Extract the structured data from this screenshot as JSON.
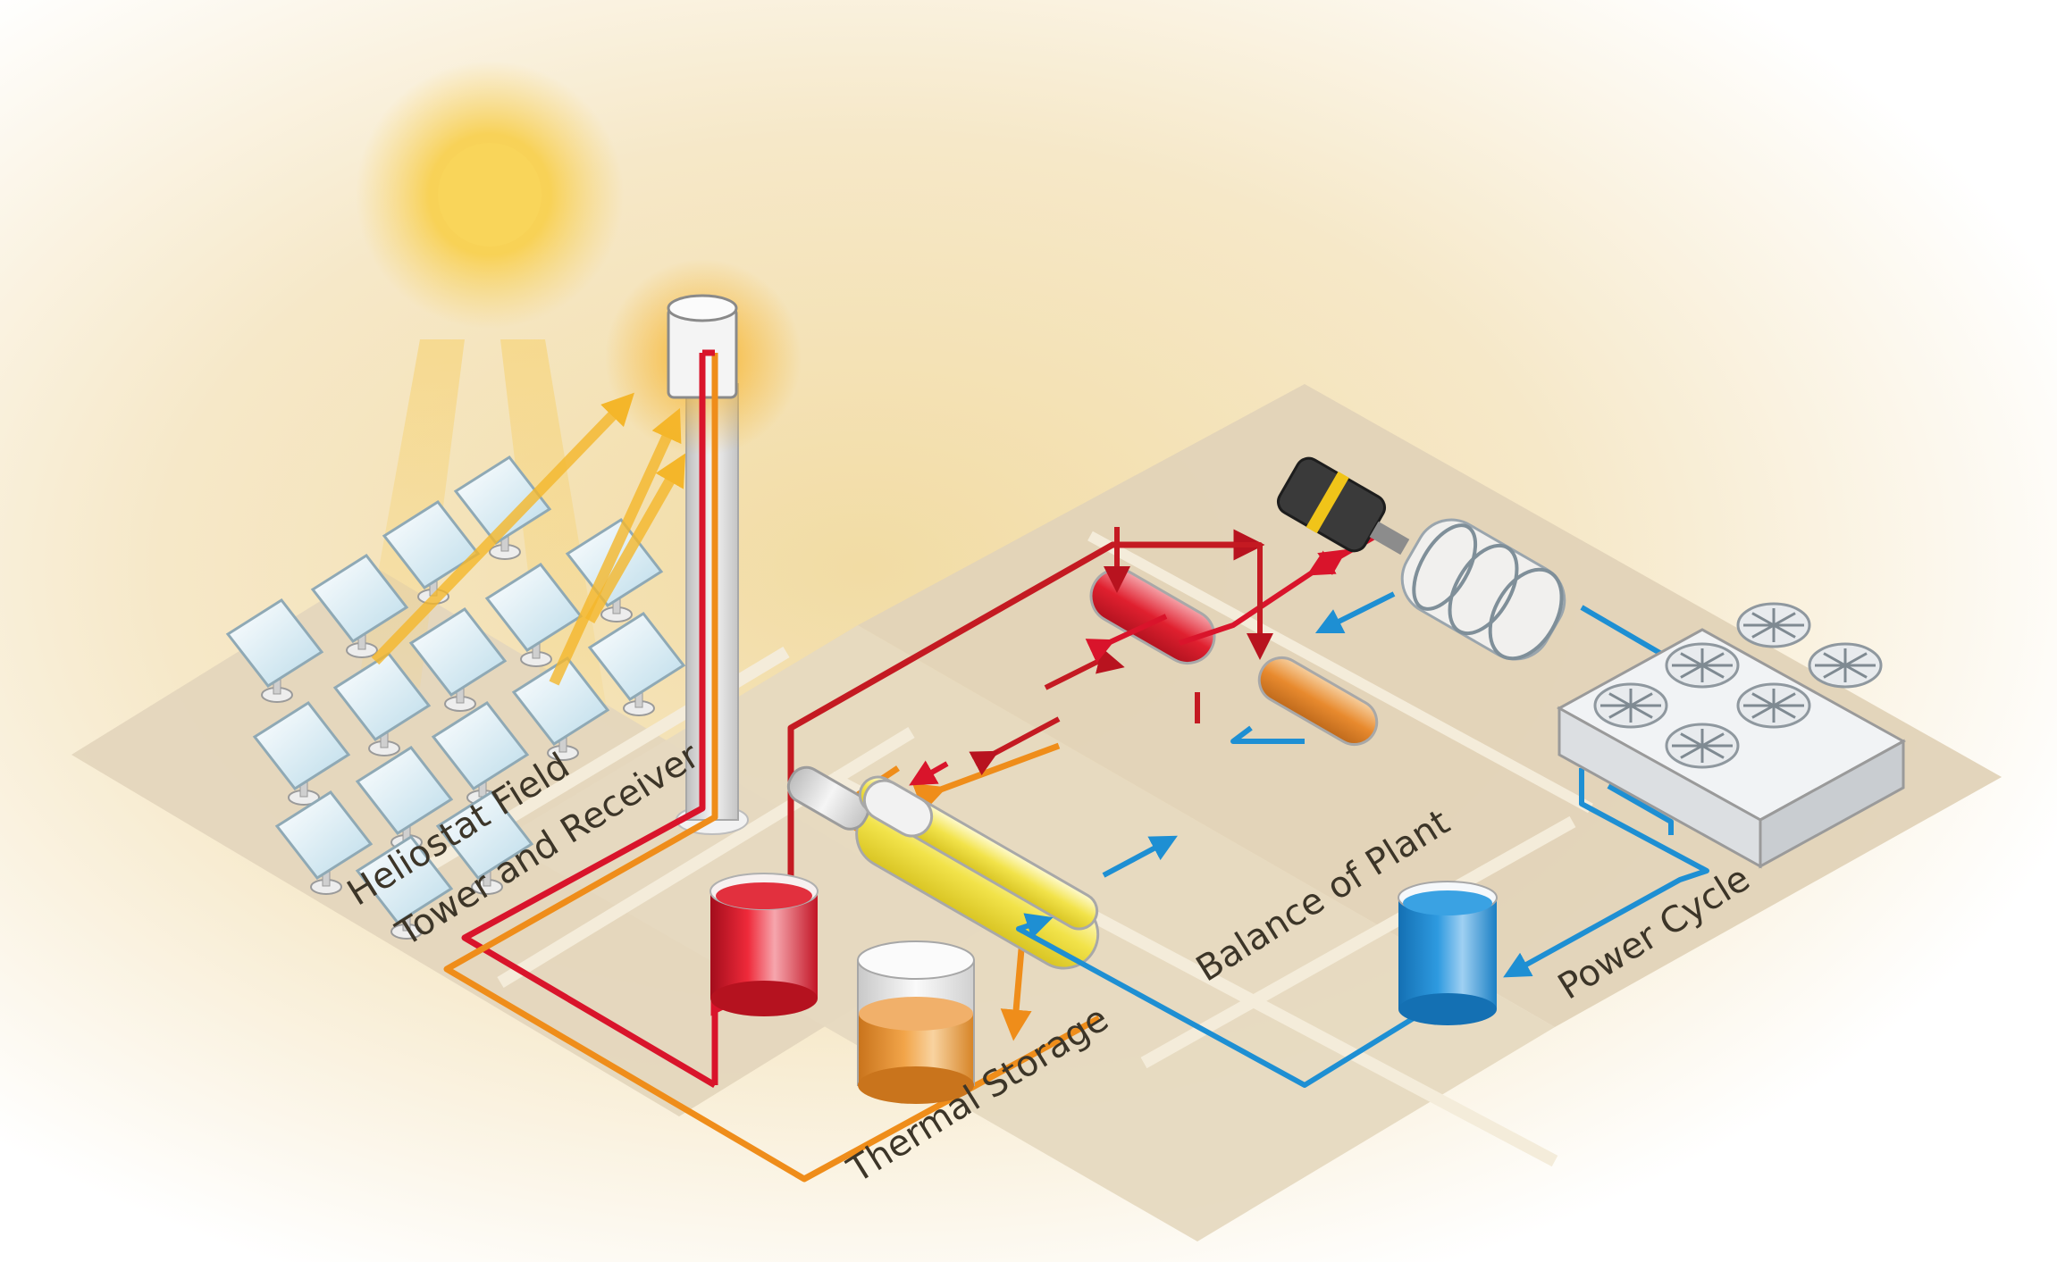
{
  "labels": {
    "heliostat_field": "Heliostat Field",
    "tower_receiver": "Tower and Receiver",
    "thermal_storage": "Thermal Storage",
    "balance_of_plant": "Balance of Plant",
    "power_cycle": "Power Cycle"
  },
  "colors": {
    "background_glow": "#f3dfae",
    "platform": "#e3d5bc",
    "hot_salt": "#d9142b",
    "cold_salt": "#ef8d1a",
    "hot_co2": "#c41a22",
    "cool_co2": "#1e8fd3",
    "sun": "#f7c83a",
    "mirror": "#d6eaf3"
  }
}
